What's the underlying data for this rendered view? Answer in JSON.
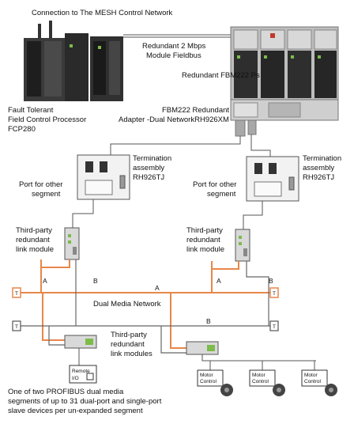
{
  "labels": {
    "mesh_connection": "Connection to The MESH Control Network",
    "fieldbus_line1": "Redundant 2 Mbps",
    "fieldbus_line2": "Module Fieldbus",
    "fbm222_ps": "Redundant FBM222 Ps",
    "fcp_line1": "Fault Tolerant",
    "fcp_line2": "Field Control Processor",
    "fcp_line3": "FCP280",
    "adapter_line1": "FBM222 Redundant",
    "adapter_line2": "Adapter -Dual NetworkRH926XM",
    "term_left_line1": "Termination",
    "term_left_line2": "assembly",
    "term_left_line3": "RH926TJ",
    "term_right_line1": "Termination",
    "term_right_line2": "assembly",
    "term_right_line3": "RH926TJ",
    "port_left_line1": "Port for other",
    "port_left_line2": "segment",
    "port_right_line1": "Port for other",
    "port_right_line2": "segment",
    "link_left_line1": "Third-party",
    "link_left_line2": "redundant",
    "link_left_line3": "link module",
    "link_right_line1": "Third-party",
    "link_right_line2": "redundant",
    "link_right_line3": "link module",
    "links_bottom_line1": "Third-party",
    "links_bottom_line2": "redundant",
    "links_bottom_line3": "link modules",
    "dual_media": "Dual Media Network",
    "bus_a_left": "A",
    "bus_b_left": "B",
    "bus_a_mid": "A",
    "bus_a_right": "A",
    "bus_b_right": "B",
    "bus_b_mid": "B",
    "remote_io_line1": "Remote",
    "remote_io_line2": "I/O",
    "motor1_line1": "Motor",
    "motor1_line2": "Control",
    "motor2_line1": "Motor",
    "motor2_line2": "Control",
    "motor3_line1": "Motor",
    "motor3_line2": "Control",
    "terminator": "T",
    "footer_line1": "One of two PROFIBUS dual media",
    "footer_line2": "segments of up to 31 dual-port and single-port",
    "footer_line3": "slave devices per un-expanded segment"
  },
  "colors": {
    "bus_a": "#e8874a",
    "bus_b": "#666666",
    "hardware_dark": "#2b2b2b",
    "hardware_light": "#c8c8c8",
    "terminator_border": "#e8874a"
  }
}
